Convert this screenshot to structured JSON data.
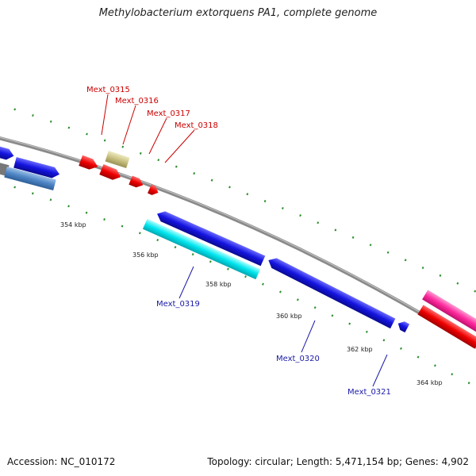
{
  "title": "Methylobacterium extorquens PA1, complete genome",
  "footer": {
    "accession": "Accession: NC_010172",
    "summary": "Topology: circular; Length: 5,471,154 bp; Genes: 4,902"
  },
  "ticks": [
    "354 kbp",
    "356 kbp",
    "358 kbp",
    "360 kbp",
    "362 kbp",
    "364 kbp"
  ],
  "labels": {
    "forward": [
      "Mext_0315",
      "Mext_0316",
      "Mext_0317",
      "Mext_0318"
    ],
    "reverse": [
      "Mext_0319",
      "Mext_0320",
      "Mext_0321"
    ]
  },
  "colors": {
    "backbone": "#8a8a8a",
    "tick": "#2f8f2f",
    "forward_label": "#cc0000",
    "reverse_label": "#1a1aa6",
    "red": "#ee0000",
    "olive": "#c8c080",
    "blue": "#1414e0",
    "steel": "#4f86c6",
    "cyan": "#00e5ee",
    "pink": "#ff2a9e",
    "gray": "#777777"
  }
}
